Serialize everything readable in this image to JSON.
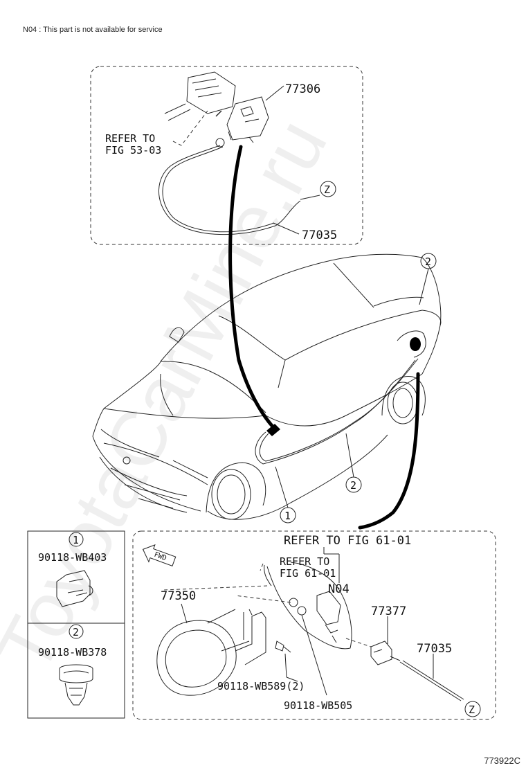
{
  "header_note": "N04 : This part is not available for service",
  "figure_id": "773922C",
  "watermark": "ToyotaCarMine.ru",
  "callouts": {
    "c1": "1",
    "c2": "2",
    "z": "Z"
  },
  "top_box": {
    "part_77306": "77306",
    "refer_line1": "REFER TO",
    "refer_line2": "FIG 53-03",
    "part_77035": "77035"
  },
  "legend": {
    "item1_callout": "1",
    "item1_part": "90118-WB403",
    "item2_callout": "2",
    "item2_part": "90118-WB378"
  },
  "bottom_box": {
    "refer_61_01_a": "REFER TO FIG 61-01",
    "refer_line1": "REFER TO",
    "refer_line2": "FIG 61-01",
    "n04": "N04",
    "fwd": "FWD",
    "part_77350": "77350",
    "part_77377": "77377",
    "part_77035": "77035",
    "bolt_wb589": "90118-WB589(2)",
    "nut_wb505": "90118-WB505"
  }
}
